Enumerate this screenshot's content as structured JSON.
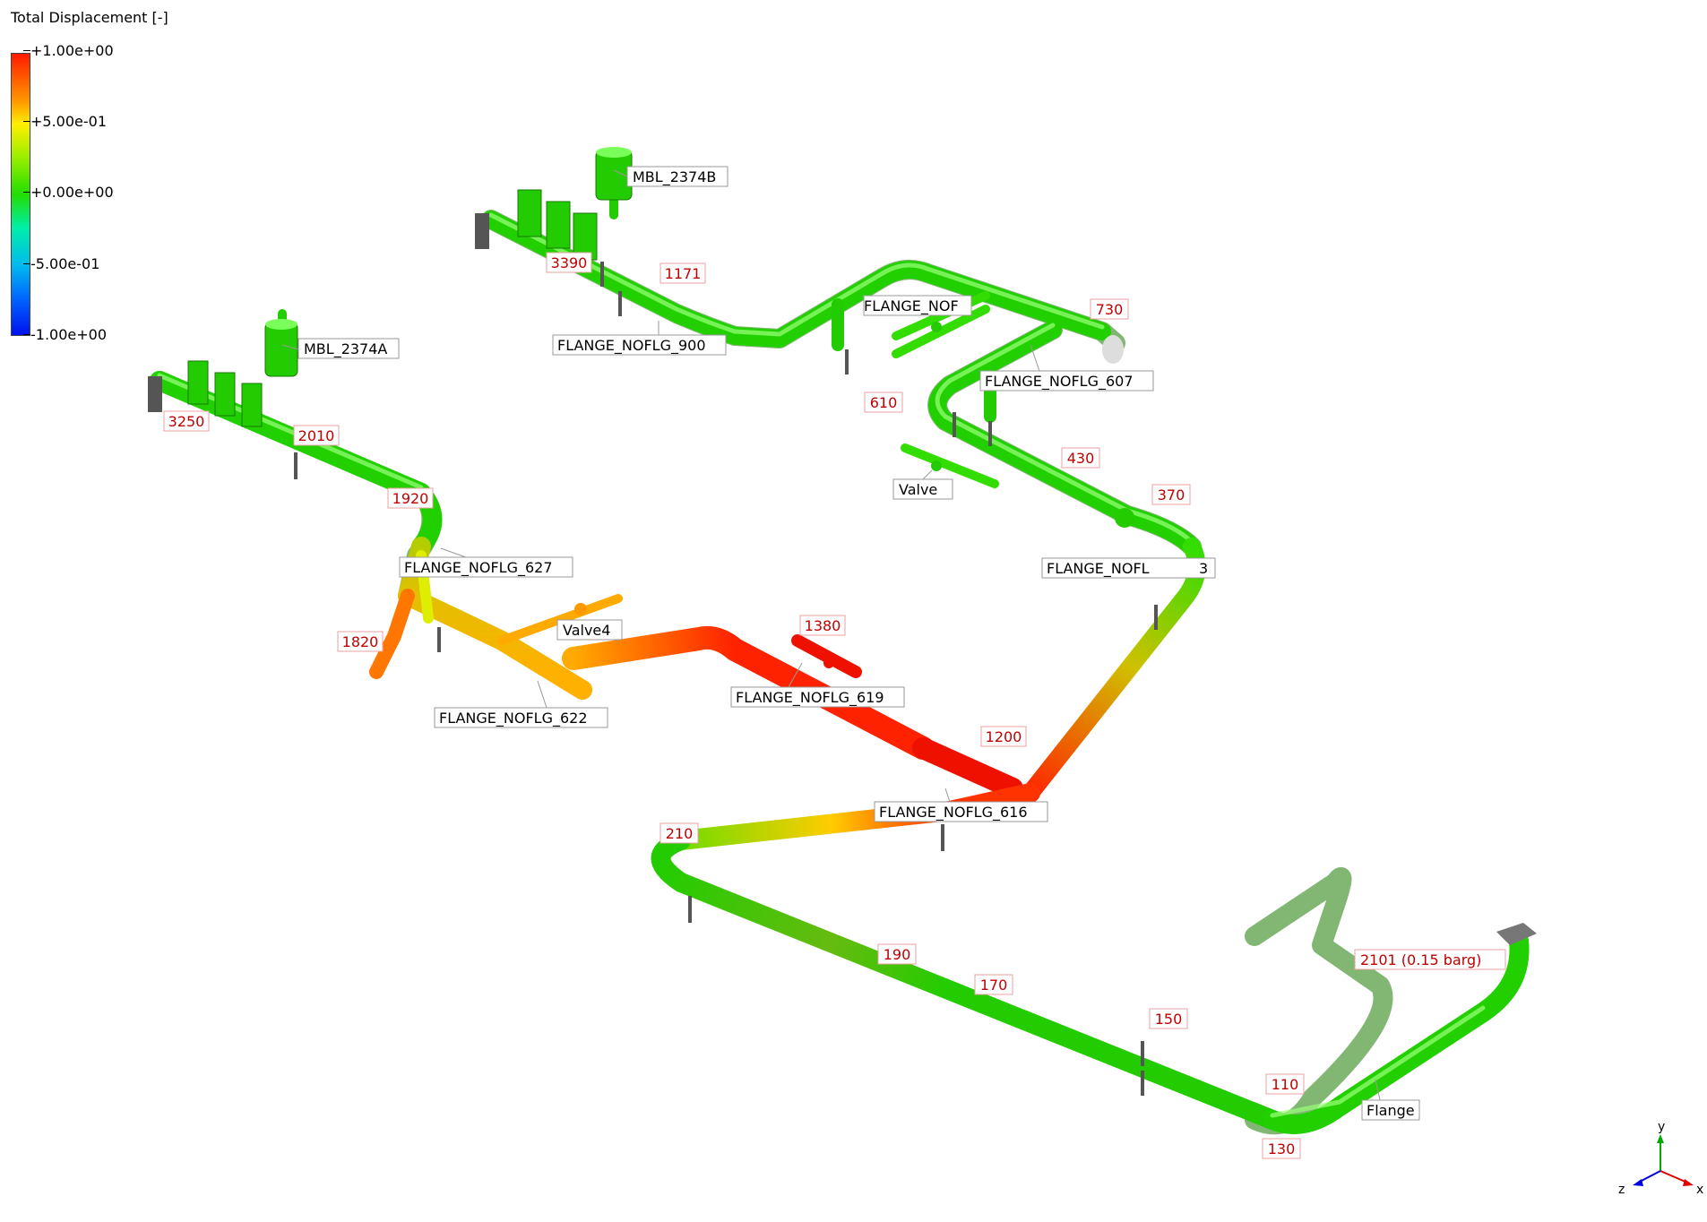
{
  "legend": {
    "title": "Total Displacement [-]",
    "ticks": [
      "+1.00e+00",
      "+5.00e-01",
      "+0.00e+00",
      "-5.00e-01",
      "-1.00e+00"
    ],
    "colors": [
      "#ff1a00",
      "#ff9900",
      "#ffee00",
      "#22dd00",
      "#00bbee",
      "#0011ee"
    ]
  },
  "node_labels": [
    "3390",
    "1171",
    "730",
    "610",
    "430",
    "370",
    "3250",
    "2010",
    "1920",
    "1820",
    "1380",
    "1200",
    "210",
    "190",
    "170",
    "150",
    "110",
    "130",
    "2101  (0.15 barg)"
  ],
  "tag_labels": [
    "MBL_2374B",
    "FLANGE_NOFLG_900",
    "FLANGE_NOFLG_607",
    "MBL_2374A",
    "FLANGE_NOFLG_627",
    "FLANGE_NOFLG_622",
    "Valve4",
    "Valve",
    "FLANGE_NOFLG_619",
    "FLANGE_NOFLG_616",
    "Flange"
  ],
  "partial_labels": [
    "FLANGE_NOF",
    "FLANGE_NOFL",
    "3",
    "FLANGE_NOFLG_619"
  ],
  "axes": {
    "x": "x",
    "y": "y",
    "z": "z"
  }
}
